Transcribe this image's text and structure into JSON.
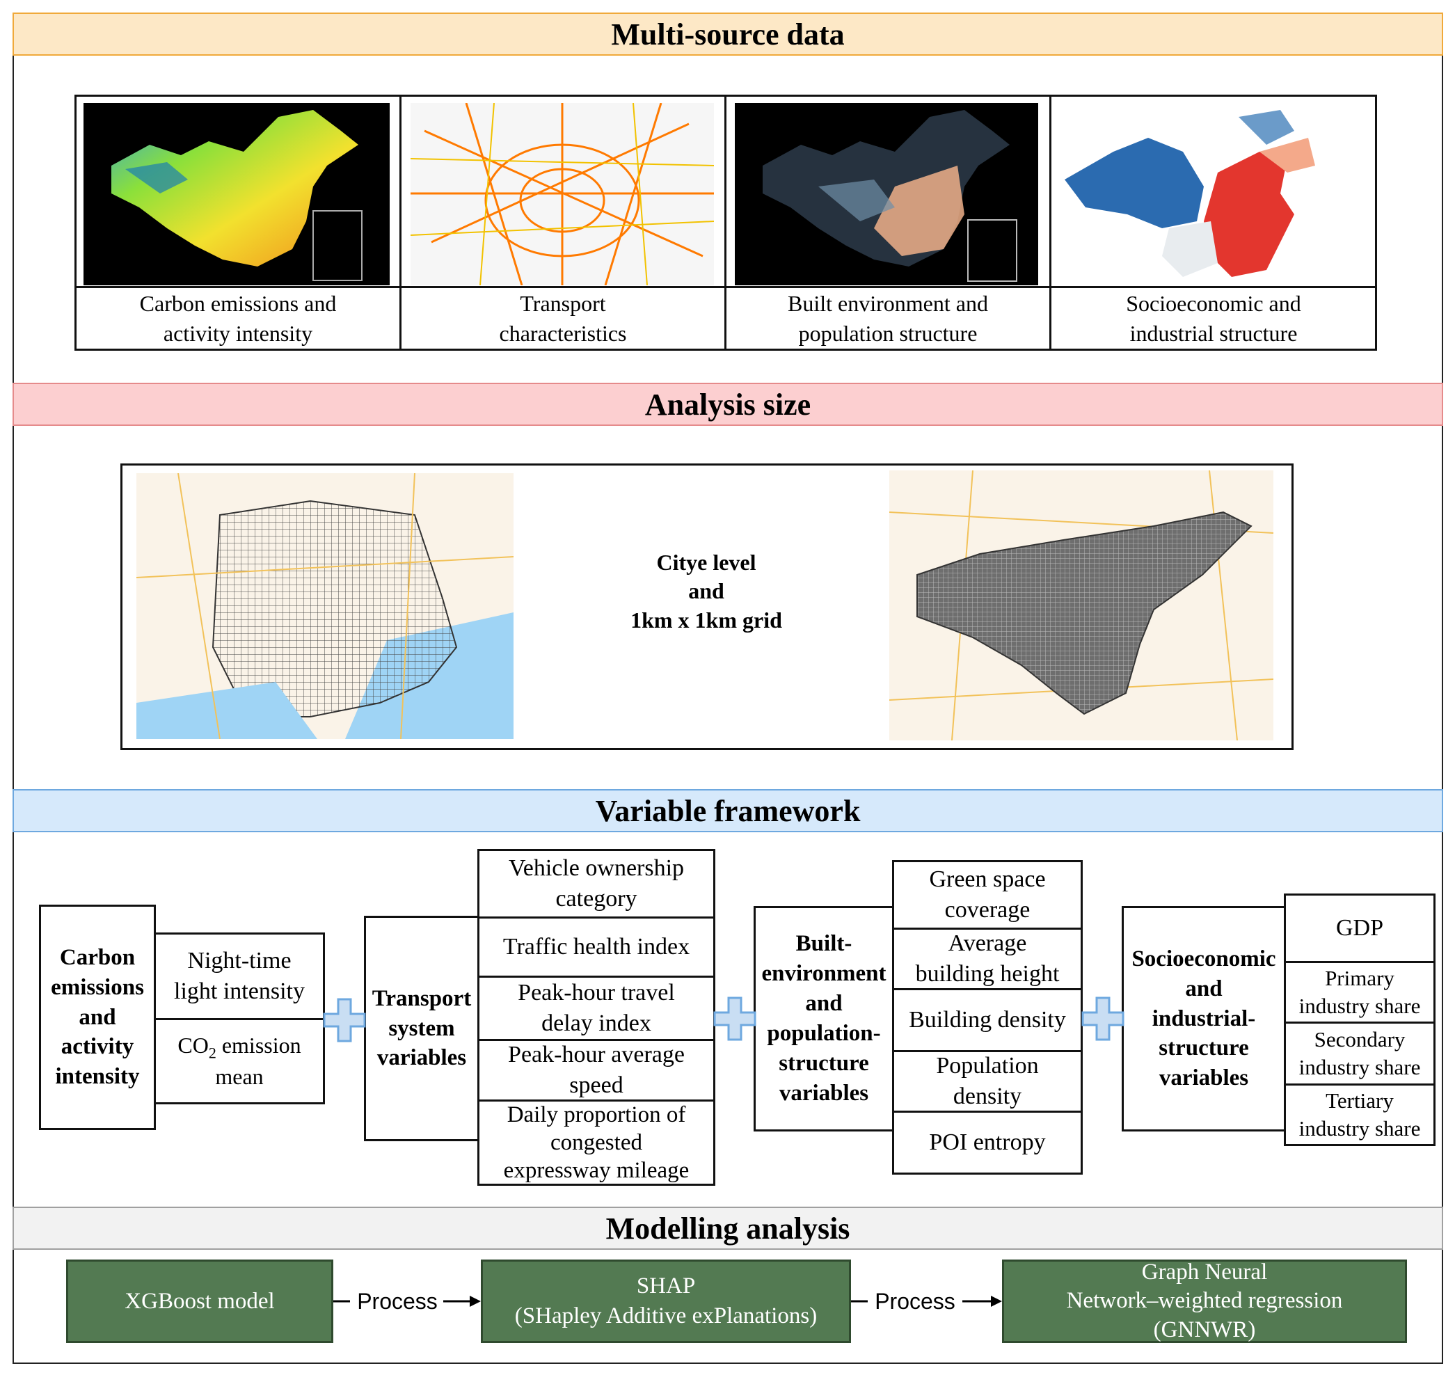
{
  "sections": {
    "multi_source": "Multi-source data",
    "analysis_size": "Analysis size",
    "variable_framework": "Variable framework",
    "modelling": "Modelling analysis"
  },
  "data_panels": [
    {
      "line1": "Carbon emissions and",
      "line2": "activity intensity"
    },
    {
      "line1": "Transport",
      "line2": "characteristics"
    },
    {
      "line1": "Built environment and",
      "line2": "population structure"
    },
    {
      "line1": "Socioeconomic and",
      "line2": "industrial structure"
    }
  ],
  "scale_text": {
    "line1": "Citye level",
    "line2": "and",
    "line3": "1km x 1km grid"
  },
  "groups": {
    "carbon": {
      "title": [
        "Carbon",
        "emissions",
        "and",
        "activity",
        "intensity"
      ],
      "items": {
        "ntl1": "Night-time",
        "ntl2": "light intensity",
        "co2a": "CO",
        "co2sub": "2",
        "co2b": " emission",
        "co2c": "mean"
      }
    },
    "transport": {
      "title": [
        "Transport",
        "system",
        "variables"
      ],
      "items": [
        [
          "Vehicle ownership",
          "category"
        ],
        [
          "Traffic health index"
        ],
        [
          "Peak-hour travel",
          "delay index"
        ],
        [
          "Peak-hour average",
          "speed"
        ],
        [
          "Daily proportion of",
          "congested",
          "expressway mileage"
        ]
      ]
    },
    "built": {
      "title": [
        "Built-",
        "environment",
        "and",
        "population-",
        "structure",
        "variables"
      ],
      "items": [
        [
          "Green space",
          "coverage"
        ],
        [
          "Average",
          "building height"
        ],
        [
          "Building density"
        ],
        [
          "Population",
          "density"
        ],
        [
          "POI entropy"
        ]
      ]
    },
    "socio": {
      "title": [
        "Socioeconomic",
        "and",
        "industrial-",
        "structure",
        "variables"
      ],
      "items": [
        [
          "GDP"
        ],
        [
          "Primary",
          "industry share"
        ],
        [
          "Secondary",
          "industry share"
        ],
        [
          "Tertiary",
          "industry share"
        ]
      ]
    }
  },
  "models": {
    "xgb": "XGBoost model",
    "shap1": "SHAP",
    "shap2": "(SHapley Additive exPlanations)",
    "gnn1": "Graph Neural",
    "gnn2": "Network–weighted regression",
    "gnn3": "(GNNWR)",
    "arrow1": "Process",
    "arrow2": "Process"
  },
  "colors": {
    "band_orange": "#fde8c6",
    "band_orange_line": "#f0a93a",
    "band_red": "#fccfd0",
    "band_red_line": "#e58b8b",
    "band_blue": "#d6e9fb",
    "band_blue_line": "#6ea8df",
    "band_gray": "#f2f2f2",
    "band_gray_line": "#a0a0a0",
    "model_green": "#537a52",
    "plus": "#c9def3",
    "plus_line": "#6ea8df"
  }
}
